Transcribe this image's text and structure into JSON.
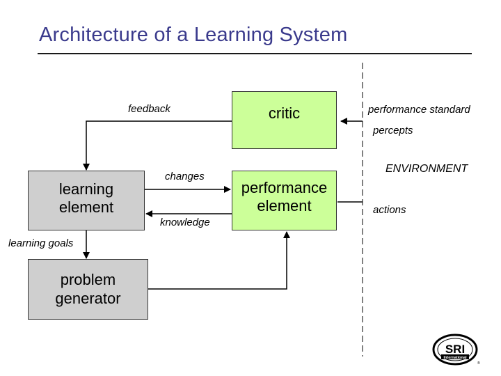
{
  "slide": {
    "title": "Architecture of a Learning System"
  },
  "boxes": {
    "critic": "critic",
    "performance_element": "performance\nelement",
    "learning_element": "learning\nelement",
    "problem_generator": "problem\ngenerator"
  },
  "labels": {
    "feedback": "feedback",
    "changes": "changes",
    "knowledge": "knowledge",
    "learning_goals": "learning goals",
    "performance_standard": "performance standard",
    "percepts": "percepts",
    "environment": "ENVIRONMENT",
    "actions": "actions"
  },
  "logo": {
    "main": "SRI",
    "sub": "International"
  },
  "colors": {
    "title": "#3a3a8c",
    "green_box": "#ccff99",
    "grey_box": "#cfcfcf"
  }
}
